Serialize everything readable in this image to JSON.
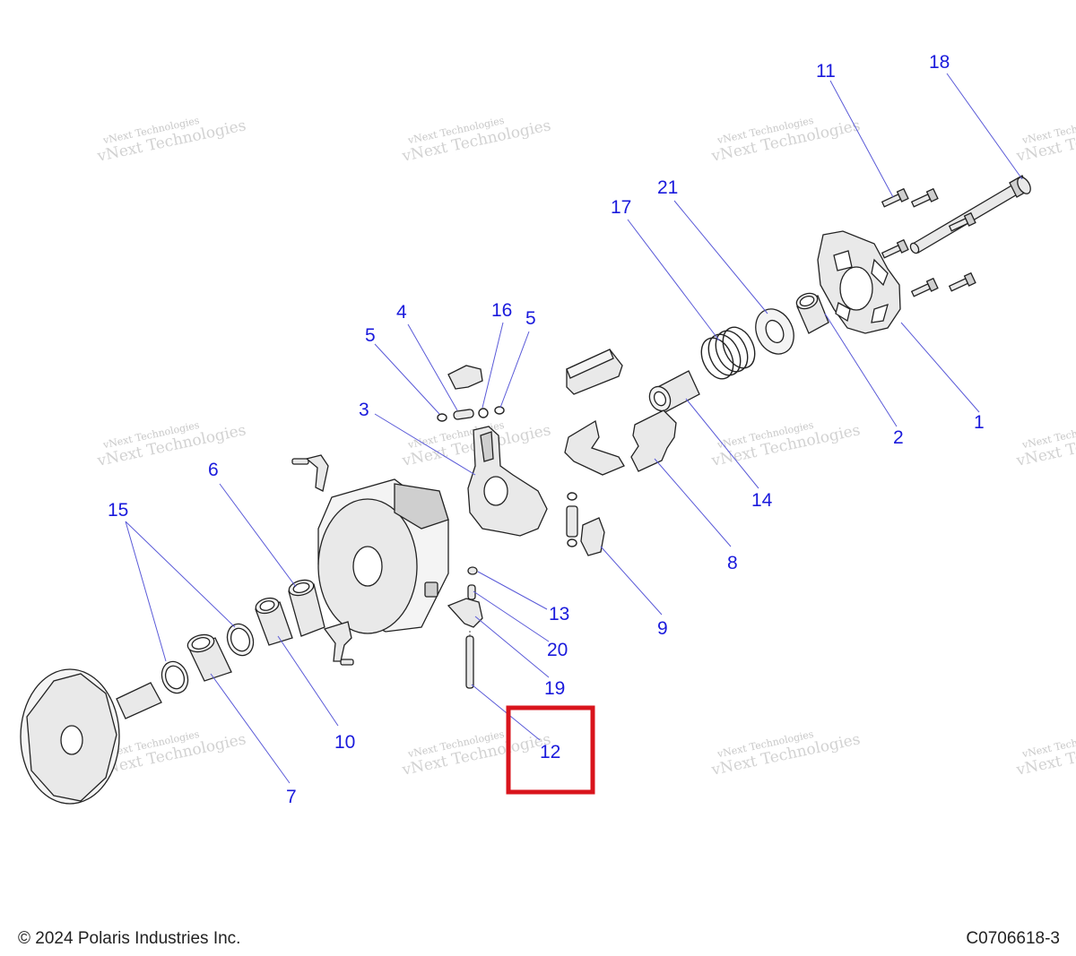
{
  "diagram": {
    "callouts": [
      {
        "id": "c1",
        "label": "1"
      },
      {
        "id": "c2",
        "label": "2"
      },
      {
        "id": "c3",
        "label": "3"
      },
      {
        "id": "c4",
        "label": "4"
      },
      {
        "id": "c5a",
        "label": "5"
      },
      {
        "id": "c5b",
        "label": "5"
      },
      {
        "id": "c6",
        "label": "6"
      },
      {
        "id": "c7",
        "label": "7"
      },
      {
        "id": "c8",
        "label": "8"
      },
      {
        "id": "c9",
        "label": "9"
      },
      {
        "id": "c10",
        "label": "10"
      },
      {
        "id": "c11",
        "label": "11"
      },
      {
        "id": "c12",
        "label": "12"
      },
      {
        "id": "c13",
        "label": "13"
      },
      {
        "id": "c14",
        "label": "14"
      },
      {
        "id": "c15",
        "label": "15"
      },
      {
        "id": "c16",
        "label": "16"
      },
      {
        "id": "c17",
        "label": "17"
      },
      {
        "id": "c18",
        "label": "18"
      },
      {
        "id": "c19",
        "label": "19"
      },
      {
        "id": "c20",
        "label": "20"
      },
      {
        "id": "c21",
        "label": "21"
      }
    ],
    "highlighted_callout": "12",
    "highlight_color": "#d9141c",
    "callout_color": "#1a1adc"
  },
  "watermark": {
    "line1": "vNext Technologies",
    "line2": "vNext Technologies"
  },
  "footer": {
    "copyright": "© 2024 Polaris Industries Inc.",
    "drawing_id": "C0706618-3"
  }
}
